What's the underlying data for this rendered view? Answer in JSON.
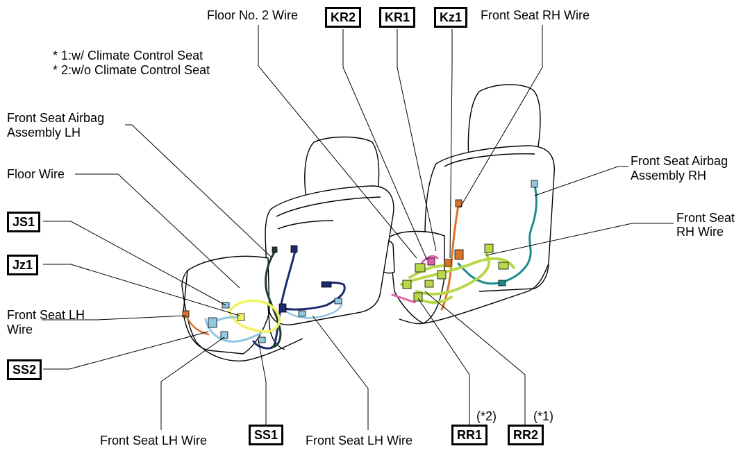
{
  "notes": {
    "note1": "* 1:w/ Climate Control Seat",
    "note2": "* 2:w/o Climate Control Seat"
  },
  "labels": {
    "floor_no2_wire": "Floor No. 2 Wire",
    "front_seat_rh_wire_top": "Front Seat RH Wire",
    "airbag_lh_line1": "Front Seat Airbag",
    "airbag_lh_line2": "Assembly LH",
    "floor_wire": "Floor Wire",
    "lh_wire_left_line1": "Front Seat LH",
    "lh_wire_left_line2": "Wire",
    "airbag_rh_line1": "Front Seat Airbag",
    "airbag_rh_line2": "Assembly RH",
    "rh_wire_right_line1": "Front Seat",
    "rh_wire_right_line2": "RH Wire",
    "lh_wire_bottom_left": "Front Seat LH Wire",
    "lh_wire_bottom_mid": "Front Seat LH Wire",
    "rr1_note": "(*2)",
    "rr2_note": "(*1)"
  },
  "connectors": {
    "kr2": "KR2",
    "kr1": "KR1",
    "kz1": "Kz1",
    "js1": "JS1",
    "jz1": "Jz1",
    "ss2": "SS2",
    "ss1": "SS1",
    "rr1": "RR1",
    "rr2": "RR2"
  },
  "colors": {
    "line": "#000000",
    "wire_yellow_green": "#b8d84a",
    "wire_light_blue": "#8fc8e0",
    "wire_teal": "#1f8a8a",
    "wire_dark_navy": "#1c2a6e",
    "wire_dark_green": "#1f3d2a",
    "wire_yellow": "#f2f25a",
    "wire_orange": "#d9732a",
    "wire_pink": "#e060b0"
  }
}
